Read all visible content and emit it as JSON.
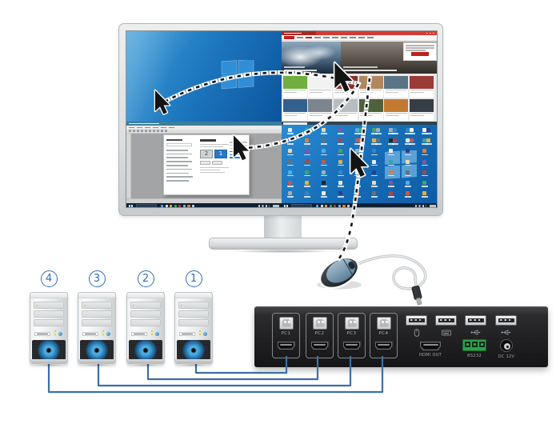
{
  "monitor": {
    "quadrants": {
      "top_left": "windows-desktop-wallpaper",
      "top_right": "news-website",
      "bottom_left": "app-window-with-display-settings",
      "bottom_right": "desktop-with-icons"
    },
    "settings_window": {
      "monitor_box_labels": [
        "2",
        "1"
      ]
    }
  },
  "computers": [
    "4",
    "3",
    "2",
    "1"
  ],
  "kvm": {
    "pc_ports": [
      "PC1",
      "PC2",
      "PC3",
      "PC4"
    ],
    "console_usb_icons": [
      "mouse-icon",
      "keyboard-icon",
      "usb-icon",
      "usb-icon"
    ],
    "hdmi_out_label": "HDMI OUT",
    "rs232_label": "RS232",
    "dc_label": "DC 12V",
    "connections": [
      {
        "computer": "1",
        "kvm_port": "PC1"
      },
      {
        "computer": "2",
        "kvm_port": "PC2"
      },
      {
        "computer": "3",
        "kvm_port": "PC3"
      },
      {
        "computer": "4",
        "kvm_port": "PC4"
      }
    ]
  },
  "colors": {
    "cable_blue": "#3c6fa8",
    "number_blue": "#2f6db5",
    "news_red": "#d23c34",
    "settings_accent": "#2979c8",
    "kvm_body": "#202023",
    "rs232_green": "#2fa04c"
  },
  "decor": {
    "news_thumb_palette": [
      "#6fae3f",
      "#f2f2f2",
      "#8a2f2b",
      "#b0885e",
      "#5a7485",
      "#9b3b36",
      "#32618e",
      "#7d858c",
      "#b7bdc1",
      "#50603d",
      "#c27a33",
      "#363d44"
    ],
    "news_cards": 12,
    "news_menu_items": 9,
    "desktop_icon_palette": [
      "#e9eef2",
      "#3b82c4",
      "#e0b23a",
      "#43a45e",
      "#b4443a",
      "#8055a8",
      "#e08030",
      "#35a3ab",
      "#f2f2f2",
      "#23262a",
      "#9fb0ba",
      "#c65a48",
      "#57abe0",
      "#6a7077",
      "#ead9b2",
      "#2c3f8f"
    ],
    "desktop_grid": {
      "cols": 9,
      "rows": 7
    },
    "desktop_grid2": {
      "cols": 5,
      "rows": 2
    },
    "settings_nav_lines": 9,
    "taskbar_icon_count": 8
  }
}
